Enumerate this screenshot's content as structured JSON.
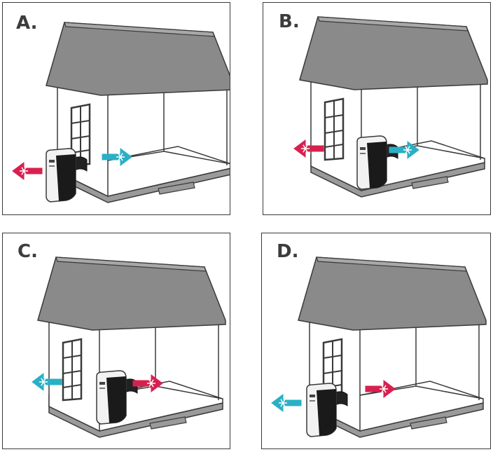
{
  "panels": [
    {
      "label": "A.",
      "unit_position": "outside-window",
      "left_arrow": "hot",
      "right_arrow": "cold"
    },
    {
      "label": "B.",
      "unit_position": "inside-room",
      "left_arrow": "hot",
      "right_arrow": "cold"
    },
    {
      "label": "C.",
      "unit_position": "inside-room",
      "left_arrow": "cold",
      "right_arrow": "hot"
    },
    {
      "label": "D.",
      "unit_position": "outside-window",
      "left_arrow": "cold",
      "right_arrow": "hot"
    }
  ],
  "colors": {
    "roof": "#8a8a8a",
    "outline": "#3a3a3a",
    "hot_arrow": "#d8204f",
    "cold_arrow": "#2ab0c4",
    "unit_dark": "#1a1a1a",
    "unit_light": "#f2f2f2"
  },
  "icons": {
    "hot": "sunburst-heat-icon",
    "cold": "snowflake-icon"
  }
}
